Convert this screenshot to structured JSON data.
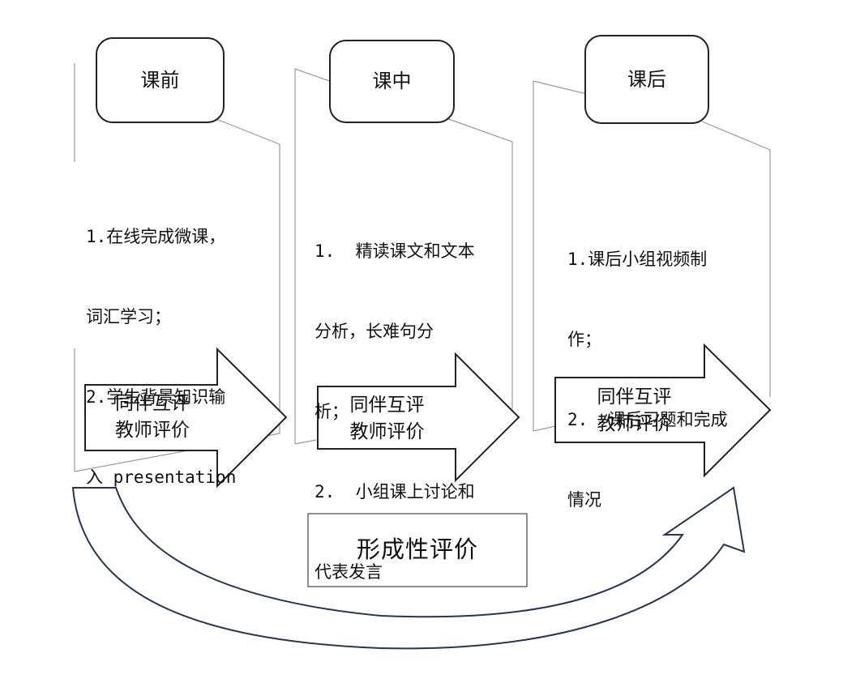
{
  "phases": [
    {
      "title": "课前",
      "content": [
        "1.在线完成微课，",
        "词汇学习；",
        "2.学生背景知识输",
        "入 presentation"
      ],
      "arrow_lines": [
        "同伴互评",
        "教师评价"
      ]
    },
    {
      "title": "课中",
      "content": [
        "1.  精读课文和文本",
        "分析，长难句分",
        "析；",
        "2.  小组课上讨论和",
        "代表发言"
      ],
      "arrow_lines": [
        "同伴互评",
        "教师评价"
      ]
    },
    {
      "title": "课后",
      "content": [
        "1.课后小组视频制",
        "作；",
        "2.  课后习题和完成",
        "情况"
      ],
      "arrow_lines": [
        "同伴互评",
        "教师评价"
      ]
    }
  ],
  "formative_label": "形成性评价",
  "colors": {
    "stroke": "#222222",
    "faint_stroke": "#9a9a9a",
    "text": "#111111",
    "background": "#ffffff"
  }
}
